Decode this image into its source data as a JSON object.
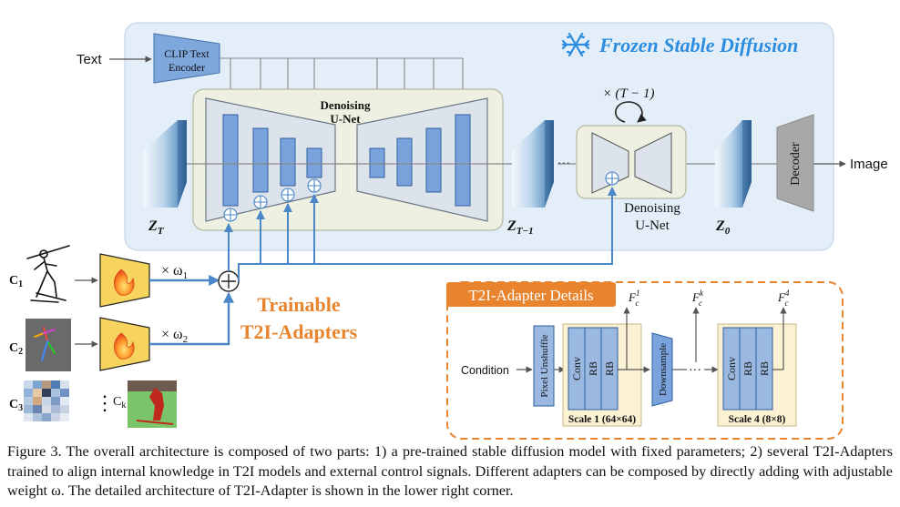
{
  "diagram": {
    "text_input": "Text",
    "clip_line1": "CLIP Text",
    "clip_line2": "Encoder",
    "frozen_title": "Frozen Stable Diffusion",
    "unet_line1": "Denoising",
    "unet_line2": "U-Net",
    "loop_label": "× (T − 1)",
    "unet2_line1": "Denoising",
    "unet2_line2": "U-Net",
    "z_T": "Z",
    "z_T_sub": "T",
    "z_T1": "Z",
    "z_T1_sub": "T−1",
    "z_0": "Z",
    "z_0_sub": "0",
    "ellipsis": "···",
    "decoder": "Decoder",
    "image_output": "Image",
    "c1": "C",
    "c1_sub": "1",
    "c2": "C",
    "c2_sub": "2",
    "c3": "C",
    "c3_sub": "3",
    "ck": "C",
    "ck_sub": "k",
    "w1": "× ω",
    "w1_sub": "1",
    "w2": "× ω",
    "w2_sub": "2",
    "trainable_line1": "Trainable",
    "trainable_line2": "T2I-Adapters",
    "details_title": "T2I-Adapter Details",
    "condition": "Condition",
    "pixel_unshuffle": "Pixel Unshuffle",
    "conv": "Conv",
    "rb1": "RB",
    "rb2": "RB",
    "downsample": "Downsample",
    "conv4": "Conv",
    "rb41": "RB",
    "rb42": "RB",
    "scale1": "Scale 1 (64×64)",
    "scale4": "Scale 4 (8×8)",
    "f1": "F",
    "f1_sup": "1",
    "fk": "F",
    "fk_sup": "k",
    "f4": "F",
    "f4_sup": "4",
    "f_sub": "c",
    "dots": "···",
    "vdots": "⋮"
  },
  "caption": {
    "text": "Figure 3. The overall architecture is composed of two parts: 1) a pre-trained stable diffusion model with fixed parameters; 2) several T2I-Adapters trained to align internal knowledge in T2I models and external control signals. Different adapters can be composed by directly adding with adjustable weight ω. The detailed architecture of T2I-Adapter is shown in the lower right corner."
  },
  "colors": {
    "frozen_bg": "#e3eef8",
    "unet_bg": "#eef0e2",
    "block_blue": "#7aa2dc",
    "adapter_yellow": "#f6d45e",
    "orange": "#e8842e",
    "arrow_blue": "#4a86c8",
    "decoder_gray": "#a8a8a8"
  },
  "icons": [
    "snowflake-icon",
    "fire-icon"
  ]
}
